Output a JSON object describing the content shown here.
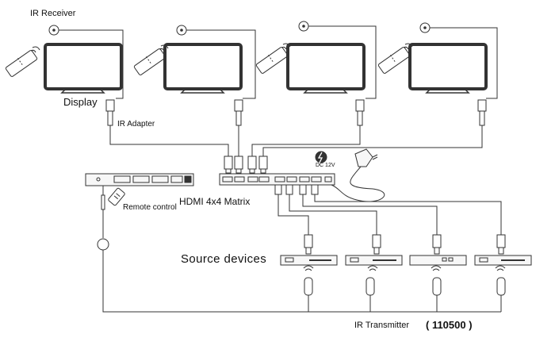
{
  "labels": {
    "ir_receiver": "IR Receiver",
    "display": "Display",
    "ir_adapter": "IR Adapter",
    "dc_power": "DC 12V",
    "matrix": "HDMI 4x4 Matrix",
    "remote_control": "Remote control",
    "source_devices": "Source devices",
    "ir_transmitter": "IR Transmitter",
    "model_number": "( 110500 )"
  },
  "icons": {
    "display": "tv-monitor-icon",
    "remote": "remote-control-icon",
    "ir_receiver": "ir-receiver-eye-icon",
    "ir_transmitter": "ir-emitter-icon",
    "power": "lightning-bolt-icon",
    "adapter": "power-adapter-icon",
    "hdmi": "hdmi-plug-icon",
    "source": "media-player-box-icon"
  },
  "colors": {
    "line": "#333333",
    "screen": "#ffffff",
    "device_fill": "#f7f7f7"
  }
}
